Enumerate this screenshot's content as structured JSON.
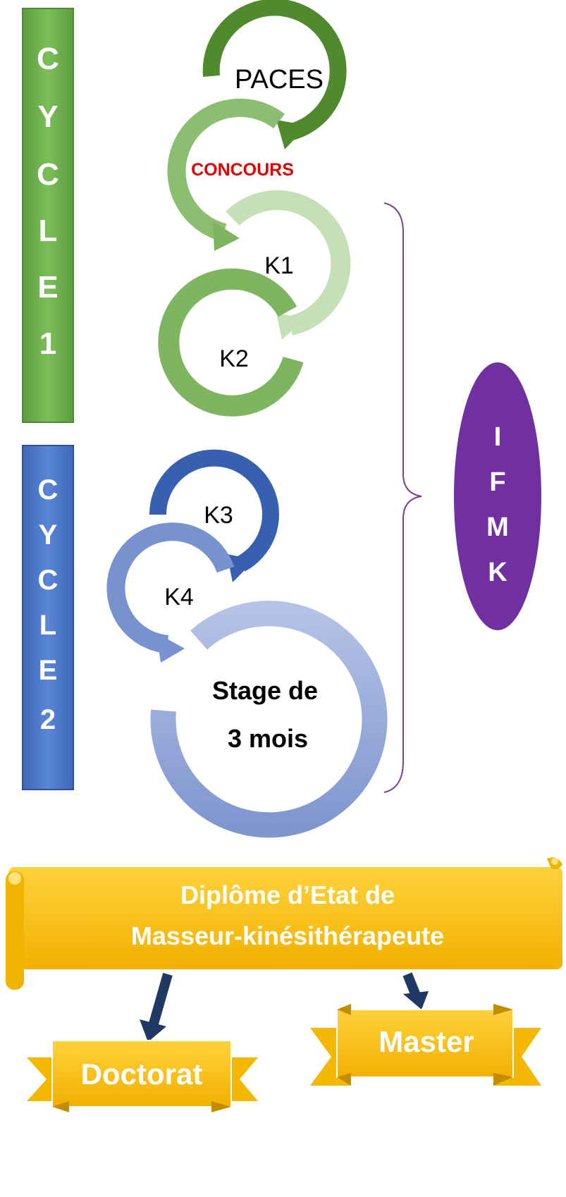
{
  "cycle1": {
    "letters": [
      "C",
      "Y",
      "C",
      "L",
      "E",
      "1"
    ],
    "color": "#6aa84f"
  },
  "cycle2": {
    "letters": [
      "C",
      "Y",
      "C",
      "L",
      "E",
      "2"
    ],
    "color": "#4472c4"
  },
  "steps": {
    "paces": "PACES",
    "concours": "CONCOURS",
    "k1": "K1",
    "k2": "K2",
    "k3": "K3",
    "k4": "K4",
    "stage_line1": "Stage de",
    "stage_line2": "3 mois"
  },
  "ifmk": {
    "letters": [
      "I",
      "F",
      "M",
      "K"
    ],
    "color": "#7030a0"
  },
  "diploma": {
    "line1": "Diplôme d’Etat de",
    "line2": "Masseur-kinésithérapeute",
    "color": "#f5b800"
  },
  "outcomes": {
    "doctorat": "Doctorat",
    "master": "Master"
  },
  "colors": {
    "concours_text": "#e00000",
    "arrow_dark": "#1f3864",
    "brace": "#7b3f9e"
  }
}
